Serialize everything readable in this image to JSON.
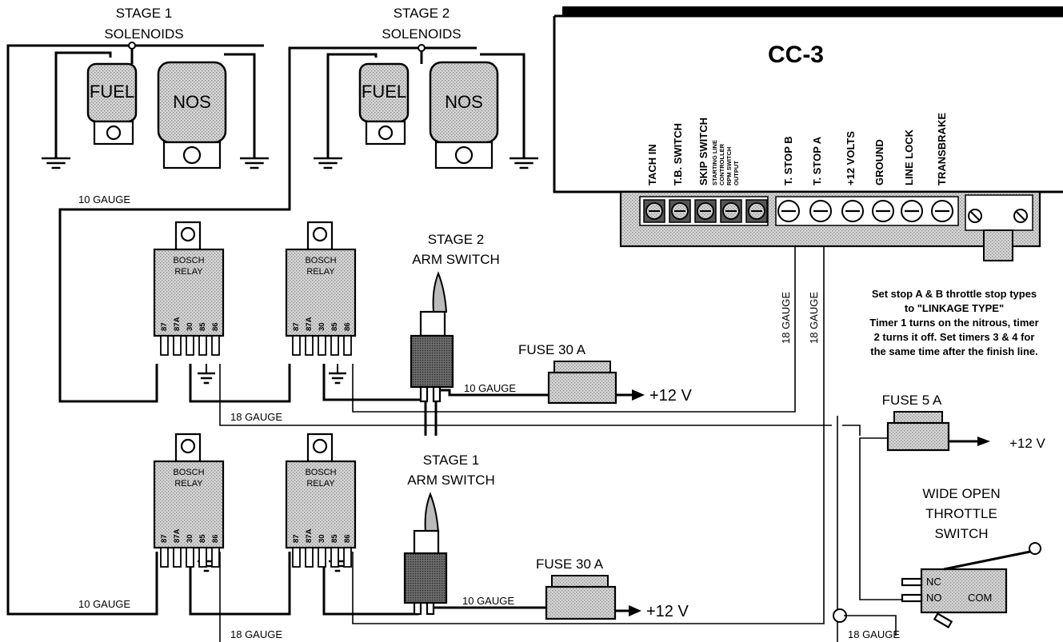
{
  "controller": {
    "title": "CC-3",
    "terminals": [
      "TACH IN",
      "T.B. SWITCH",
      "SKIP SWITCH",
      "T. STOP B",
      "T. STOP A",
      "+12 VOLTS",
      "GROUND",
      "LINE LOCK",
      "TRANSBRAKE"
    ],
    "skip_sub": [
      "STARTING LINE",
      "CONTROLLER",
      "RPM SWITCH",
      "OUTPUT"
    ]
  },
  "stage1_solenoids": {
    "title": "STAGE 1",
    "sub": "SOLENOIDS",
    "fuel": "FUEL",
    "nos": "NOS"
  },
  "stage2_solenoids": {
    "title": "STAGE 2",
    "sub": "SOLENOIDS",
    "fuel": "FUEL",
    "nos": "NOS"
  },
  "relay": {
    "line1": "BOSCH",
    "line2": "RELAY",
    "pins": [
      "87",
      "87A",
      "30",
      "85",
      "86"
    ]
  },
  "stage2_switch": {
    "line1": "STAGE 2",
    "line2": "ARM SWITCH"
  },
  "stage1_switch": {
    "line1": "STAGE 1",
    "line2": "ARM SWITCH"
  },
  "fuse30": "FUSE 30 A",
  "fuse5": "FUSE 5 A",
  "plus12v": "+12 V",
  "gauges": {
    "g10": "10 GAUGE",
    "g18": "18 GAUGE"
  },
  "wot": {
    "line1": "WIDE OPEN",
    "line2": "THROTTLE",
    "line3": "SWITCH",
    "nc": "NC",
    "no": "NO",
    "com": "COM"
  },
  "note": [
    "Set stop A & B throttle stop types",
    "to \"LINKAGE TYPE\"",
    "Timer 1 turns on the nitrous, timer",
    "2 turns it off. Set timers 3 & 4 for",
    "the same time after the finish line."
  ]
}
